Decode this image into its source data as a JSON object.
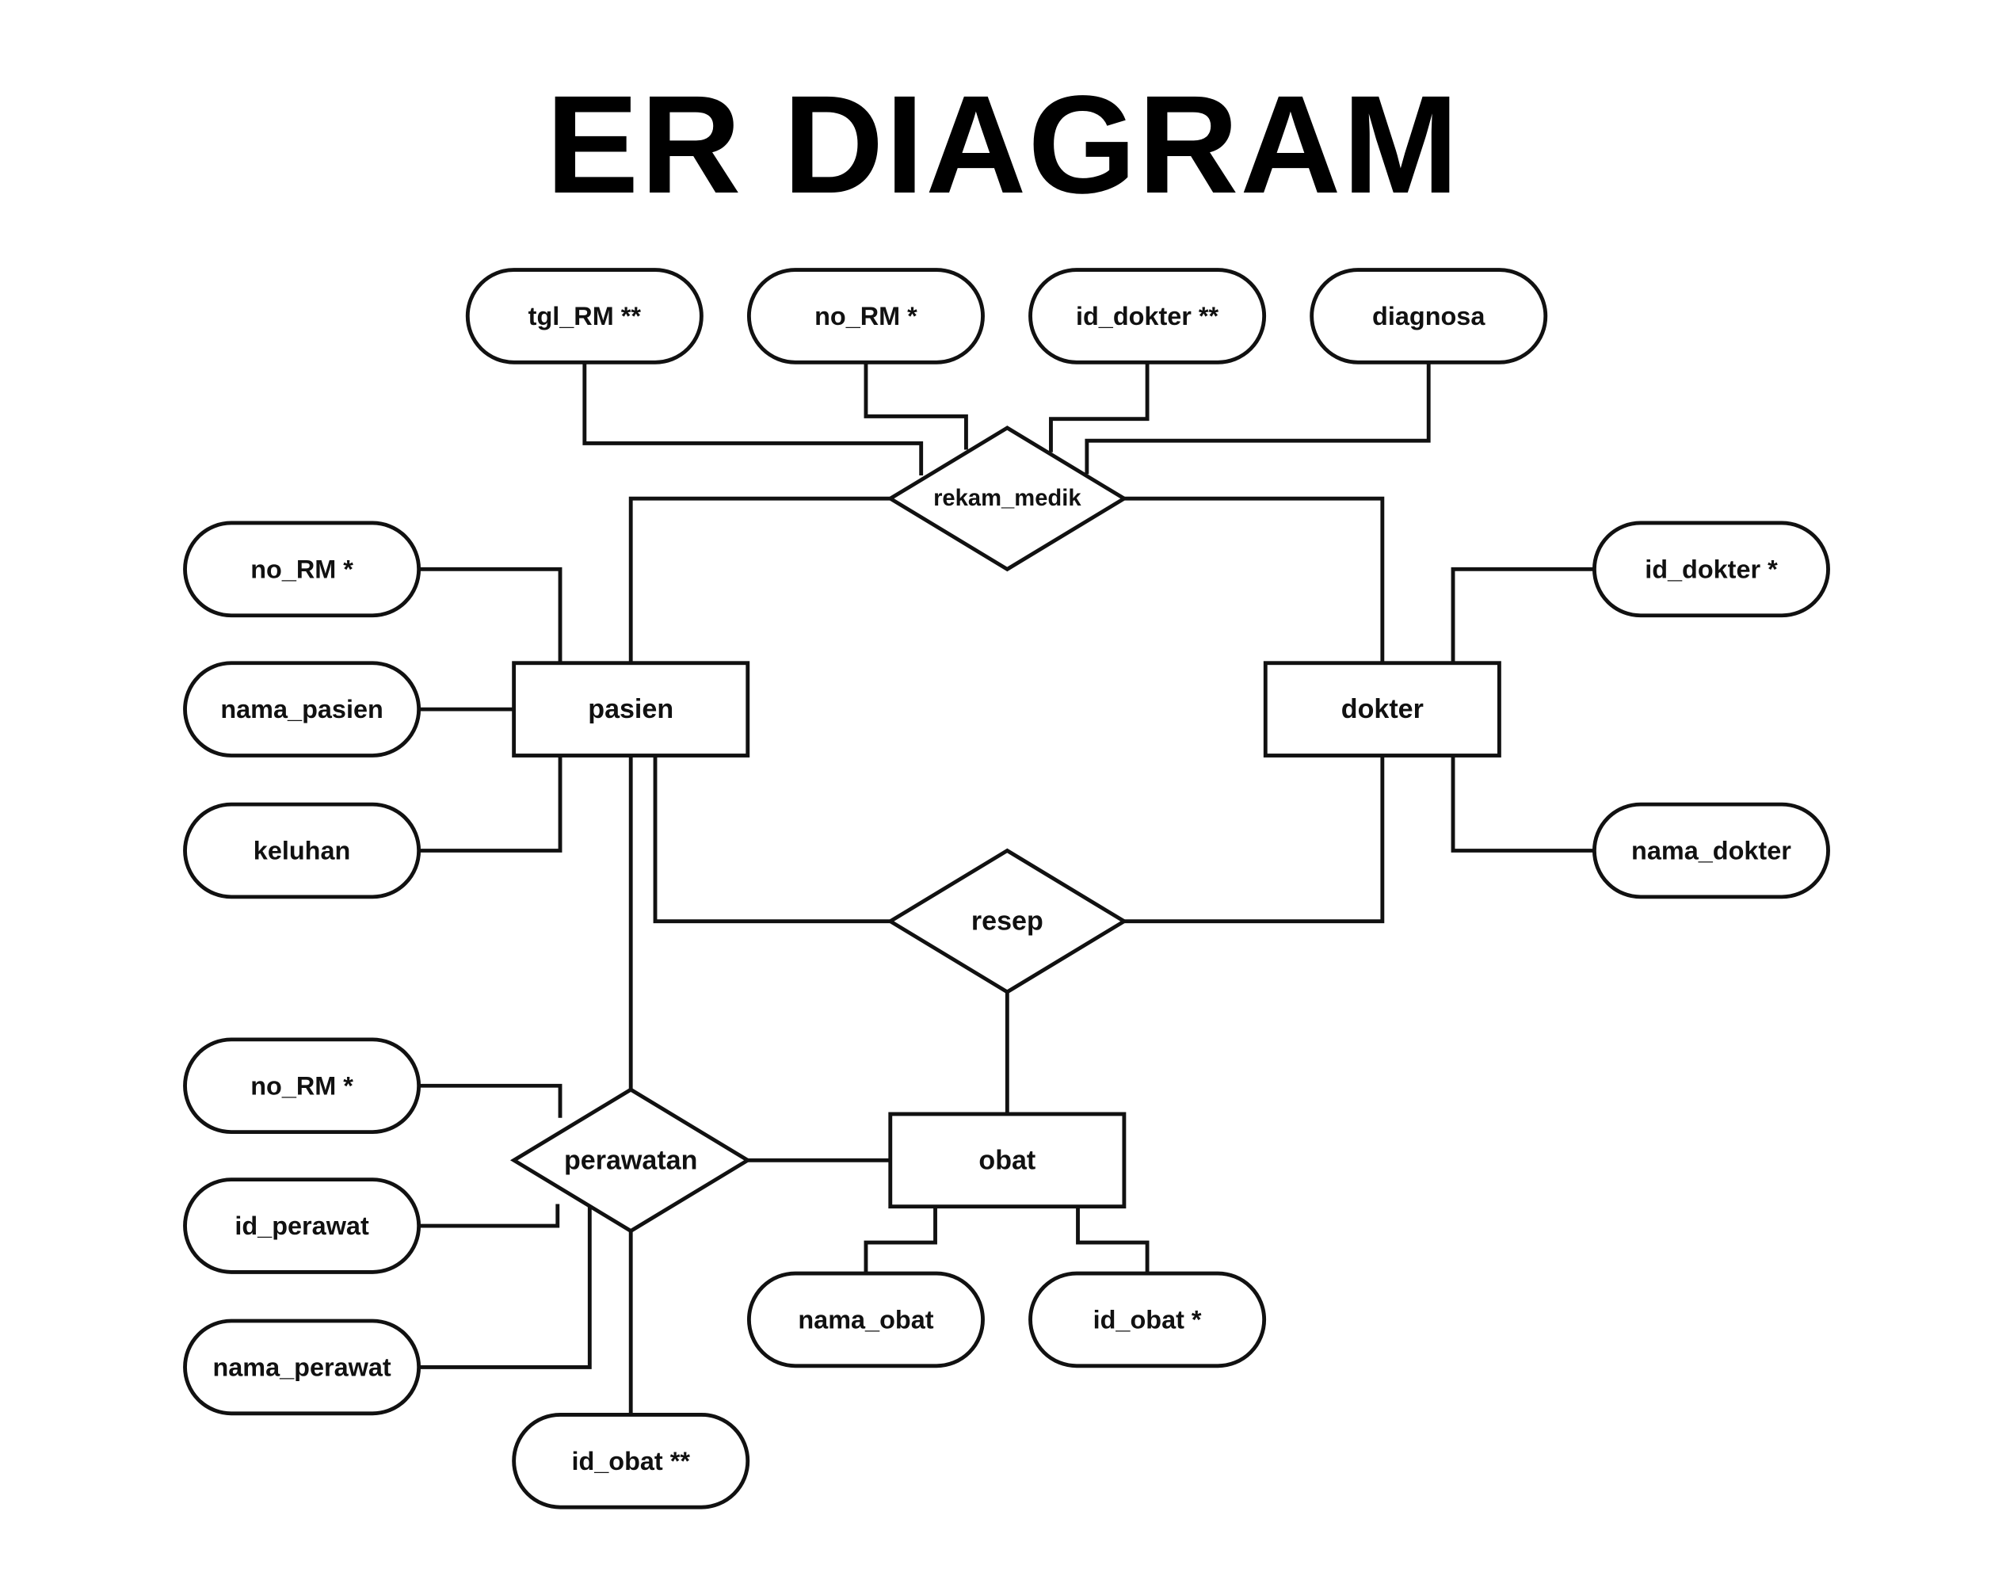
{
  "title": "ER DIAGRAM",
  "colors": {
    "stroke": "#111111",
    "fill": "#ffffff",
    "text": "#111111"
  },
  "entities": {
    "pasien": "pasien",
    "dokter": "dokter",
    "obat": "obat"
  },
  "relationships": {
    "rekam_medik": "rekam_medik",
    "resep": "resep",
    "perawatan": "perawatan"
  },
  "attributes": {
    "rekam_medik": {
      "tgl_RM": "tgl_RM **",
      "no_RM": "no_RM *",
      "id_dokter": "id_dokter **",
      "diagnosa": "diagnosa"
    },
    "pasien": {
      "no_RM": "no_RM *",
      "nama_pasien": "nama_pasien",
      "keluhan": "keluhan"
    },
    "dokter": {
      "id_dokter": "id_dokter *",
      "nama_dokter": "nama_dokter"
    },
    "perawatan": {
      "no_RM": "no_RM *",
      "id_perawat": "id_perawat",
      "nama_perawat": "nama_perawat",
      "id_obat": "id_obat **"
    },
    "obat": {
      "nama_obat": "nama_obat",
      "id_obat": "id_obat *"
    }
  }
}
